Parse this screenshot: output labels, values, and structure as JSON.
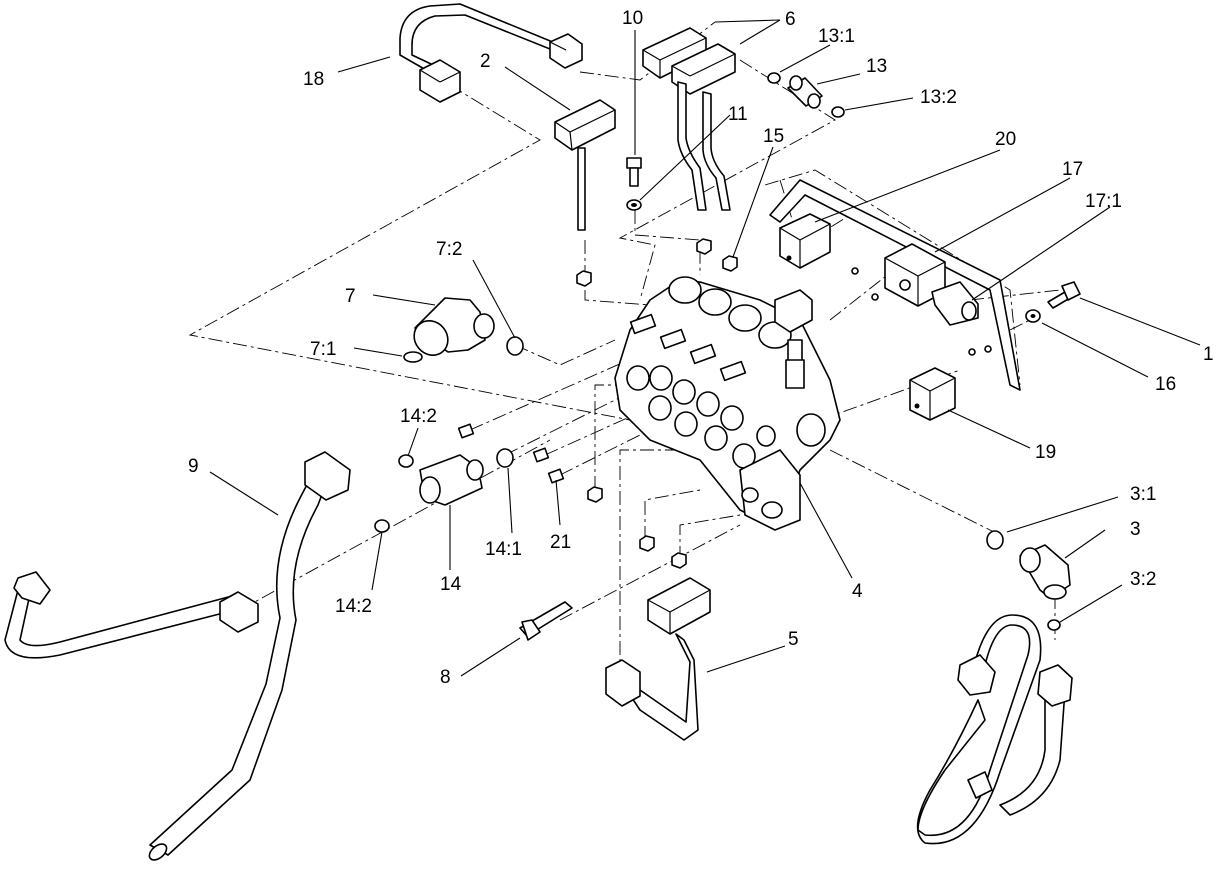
{
  "callouts": {
    "c1": "1",
    "c2": "2",
    "c3": "3",
    "c3_1": "3:1",
    "c3_2": "3:2",
    "c4": "4",
    "c5": "5",
    "c6": "6",
    "c7": "7",
    "c7_1": "7:1",
    "c7_2": "7:2",
    "c8": "8",
    "c9": "9",
    "c10": "10",
    "c11": "11",
    "c13": "13",
    "c13_1": "13:1",
    "c13_2": "13:2",
    "c14": "14",
    "c14_1": "14:1",
    "c14_2_upper": "14:2",
    "c14_2_lower": "14:2",
    "c15": "15",
    "c16": "16",
    "c17": "17",
    "c17_1": "17:1",
    "c18": "18",
    "c19": "19",
    "c20": "20",
    "c21": "21"
  },
  "icons": {
    "control_valve": "valve-block-icon",
    "handle": "lever-knob-icon",
    "tube": "hydraulic-tube-icon",
    "fitting": "elbow-fitting-icon",
    "o_ring": "o-ring-icon"
  }
}
